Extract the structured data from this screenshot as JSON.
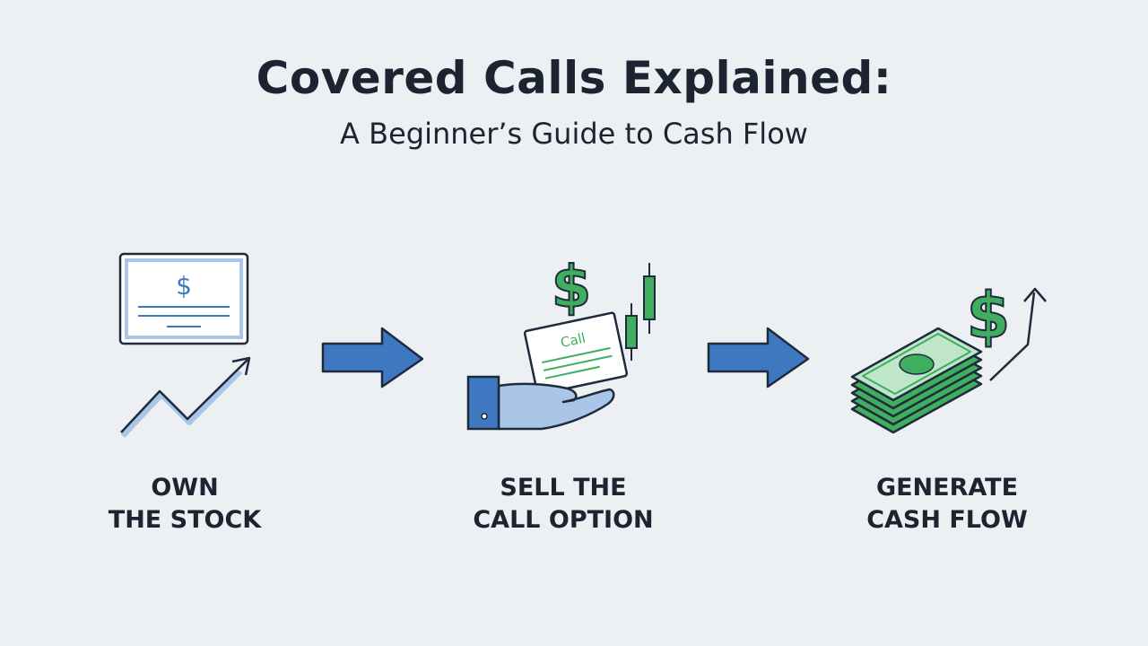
{
  "header": {
    "title": "Covered Calls Explained:",
    "subtitle": "A Beginner’s Guide to Cash Flow"
  },
  "steps": [
    {
      "line1": "OWN",
      "line2": "THE STOCK",
      "icon": "stock-certificate-icon"
    },
    {
      "line1": "SELL THE",
      "line2": "CALL OPTION",
      "icon": "hand-holding-call-icon",
      "card_text": "Call"
    },
    {
      "line1": "GENERATE",
      "line2": "CASH FLOW",
      "icon": "money-stack-icon"
    }
  ],
  "colors": {
    "background": "#edf0f3",
    "text": "#1b2430",
    "blue": "#3d78c0",
    "light_blue": "#a9c6e8",
    "green": "#3fae5e",
    "light_green": "#bfe6c8",
    "outline": "#1f2b3d"
  }
}
